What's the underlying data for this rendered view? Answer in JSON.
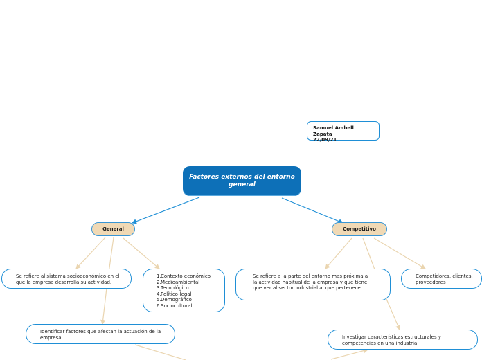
{
  "root": {
    "title": "Factores externos del entorno general"
  },
  "author": {
    "name": "Samuel Ambell Zapata",
    "date": "22/09/21"
  },
  "general": {
    "label": "General",
    "description": "Se refiere al sistema socioeconómico en el que la empresa desarrolla su actividad.",
    "factors": [
      "Contexto económico",
      "Medioambiental",
      "Tecnológico",
      "Político-legal",
      "Demográfico",
      "Sociocultural"
    ],
    "task": "Identificar factores que afectan la actuación de la empresa"
  },
  "competitivo": {
    "label": "Competitivo",
    "description": "Se refiere a la parte del entorno mas próxima a la actividad habitual de la empresa y que tiene que ver al sector industrial al que pertenece",
    "examples": "Competidores, clientes, proveedores",
    "task": "Investigar características estructurales y competencias en una industria"
  },
  "colors": {
    "root_fill": "#0d70b8",
    "topic_fill": "#f0d9b5",
    "outline": "#1f8fd6",
    "blue_edge": "#1f8fd6",
    "tan_edge": "#ead5b0"
  }
}
